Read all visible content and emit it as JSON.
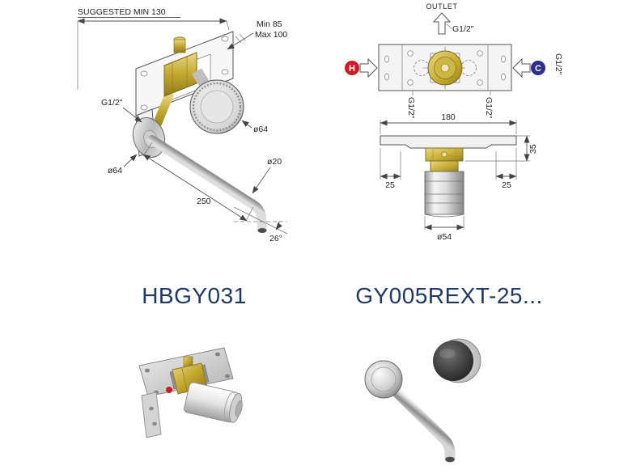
{
  "colors": {
    "accent_navy": "#1f3864",
    "hot_red": "#cf1b24",
    "cold_blue": "#2b2e8c",
    "brass": "#c3a82e",
    "chrome": "#c9c9c9",
    "line": "#444444"
  },
  "left_product": {
    "code": "HBGY031",
    "dims": {
      "suggested_min": "SUGGESTED MIN 130",
      "min": "Min 85",
      "max": "Max 100",
      "inlet_thread": "G1/2\"",
      "flange_diameter": "ø64",
      "handle_diameter": "ø64",
      "spout_diameter": "ø20",
      "spout_reach": "250",
      "spout_angle": "26°"
    }
  },
  "right_product": {
    "code": "GY005REXT-25...",
    "dims": {
      "outlet": "OUTLET",
      "outlet_thread": "G1/2\"",
      "hot_marker": "H",
      "cold_marker": "C",
      "side_thread": "G1/2\"",
      "bottom_left_thread": "G1/2\"",
      "bottom_right_thread": "G1/2\"",
      "body_width": "180",
      "body_depth": "35",
      "tab_left": "25",
      "tab_right": "25",
      "sleeve_diameter": "ø54"
    }
  }
}
